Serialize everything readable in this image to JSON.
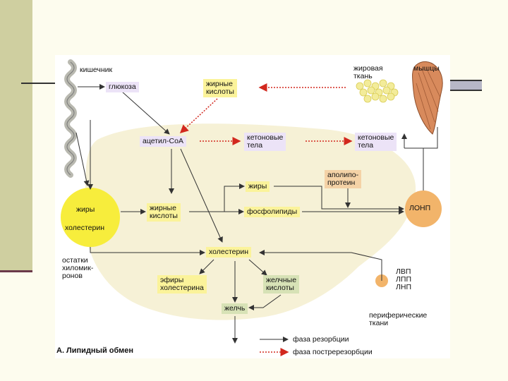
{
  "diagram": {
    "caption": "А. Липидный обмен",
    "nodes": {
      "intestine": "кишечник",
      "glucose": "глюкоза",
      "fatty_acids_top": "жирные\nкислоты",
      "adipose": "жировая\nткань",
      "muscles": "мышцы",
      "acetyl_coa": "ацетил-CoA",
      "ketone1": "кетоновые\nтела",
      "ketone2": "кетоновые\nтела",
      "apolipoprotein": "аполипо-\nпротеин",
      "fats_circle": "жиры",
      "cholesterol_circle": "холестерин",
      "fatty_acids_mid": "жирные\nкислоты",
      "fats": "жиры",
      "phospholipids": "фосфолипиды",
      "vlpd": "ЛОНП",
      "chylomicron_remnants": "остатки\nхиломик-\nронов",
      "cholesterol": "холестерин",
      "cholesterol_esters": "эфиры\nхолестерина",
      "bile_acids": "желчные\nкислоты",
      "bile": "желчь",
      "lipoproteins": "ЛВП\nЛПП\nЛНП",
      "peripheral": "периферические\nткани"
    },
    "legend": {
      "resorption": "фаза резорбции",
      "postresorption": "фаза постререзорбции"
    },
    "colors": {
      "yellow_box": "#fbf39a",
      "purple_box": "#ece3f7",
      "orange_box": "#f4d2a6",
      "green_box": "#d7e2b6",
      "red_dotted": "#d2281e",
      "slide_side": "#cfcfa0"
    }
  }
}
